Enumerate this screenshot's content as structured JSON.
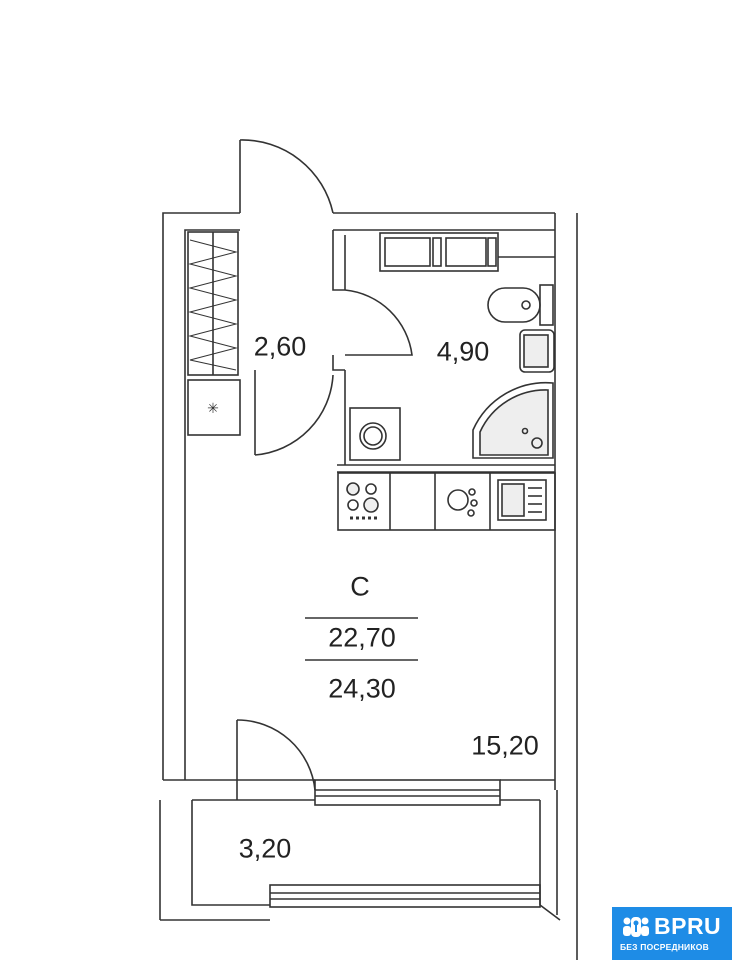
{
  "plan": {
    "hall_area": "2,60",
    "bathroom_area": "4,90",
    "room_letter": "С",
    "living_area": "22,70",
    "total_area": "24,30",
    "room_area": "15,20",
    "balcony_area": "3,20"
  },
  "logo": {
    "brand": "BPRU",
    "tagline": "БЕЗ ПОСРЕДНИКОВ",
    "color": "#1e8ce6"
  }
}
